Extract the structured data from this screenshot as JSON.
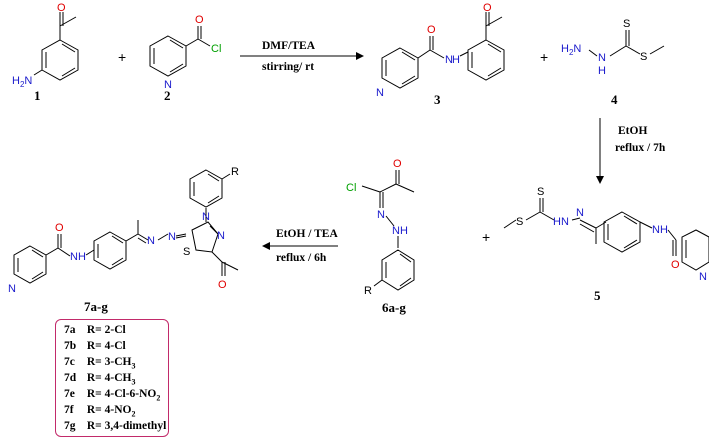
{
  "compounds": {
    "c1": {
      "label": "1",
      "atoms": {
        "amine": "H2N",
        "oxygen": "O"
      }
    },
    "c2": {
      "label": "2",
      "atoms": {
        "ring_n": "N",
        "oxygen": "O",
        "chlorine": "Cl"
      }
    },
    "c3": {
      "label": "3",
      "atoms": {
        "ring_n": "N",
        "amide_o": "O",
        "nh": "N",
        "nh_h": "H",
        "ketone_o": "O"
      }
    },
    "c4": {
      "label": "4",
      "atoms": {
        "amine": "H2N",
        "nh": "N",
        "nh_h": "H",
        "thione_s": "S",
        "thioether_s": "S"
      }
    },
    "c5": {
      "label": "5",
      "atoms": {
        "thioether_s": "S",
        "thione_s": "S",
        "hydrazone": "HN",
        "imine_n": "N",
        "amide_nh": "NH",
        "amide_o": "O",
        "ring_n": "N"
      }
    },
    "c6": {
      "label": "6a-g",
      "atoms": {
        "chlorine": "Cl",
        "oxygen": "O",
        "imine_n": "N",
        "nh": "NH",
        "r": "R"
      }
    },
    "c7": {
      "label": "7a-g",
      "atoms": {
        "ring_n": "N",
        "amide_o": "O",
        "amide_nh": "NH",
        "imine_n": "N",
        "azine_n": "N",
        "ring_n2": "N",
        "ring_n3": "N",
        "ring_s": "S",
        "ketone_o": "O",
        "r": "R"
      }
    }
  },
  "conditions": {
    "step1": {
      "top": "DMF/TEA",
      "bottom": "stirring/ rt"
    },
    "step2": {
      "top": "EtOH",
      "bottom": "reflux / 7h"
    },
    "step3": {
      "top": "EtOH / TEA",
      "bottom": "reflux / 6h"
    }
  },
  "plus_sign": "+",
  "r_groups": [
    {
      "code": "7a",
      "prefix": "R= ",
      "value": "2-Cl",
      "sub": "",
      "tail": ""
    },
    {
      "code": "7b",
      "prefix": "R= ",
      "value": "4-Cl",
      "sub": "",
      "tail": ""
    },
    {
      "code": "7c",
      "prefix": "R= ",
      "value": "3-CH",
      "sub": "3",
      "tail": ""
    },
    {
      "code": "7d",
      "prefix": "R= ",
      "value": "4-CH",
      "sub": "3",
      "tail": ""
    },
    {
      "code": "7e",
      "prefix": "R= ",
      "value": "4-Cl-6-NO",
      "sub": "2",
      "tail": ""
    },
    {
      "code": "7f",
      "prefix": "R= ",
      "value": "4-NO",
      "sub": "2",
      "tail": ""
    },
    {
      "code": "7g",
      "prefix": "R= ",
      "value": "3,4-dimethyl",
      "sub": "",
      "tail": ""
    }
  ],
  "colors": {
    "nitrogen": "#1a1acc",
    "oxygen": "#e00000",
    "chlorine": "#00a000",
    "sulfur": "#000000",
    "box_border": "#c22a6a"
  }
}
